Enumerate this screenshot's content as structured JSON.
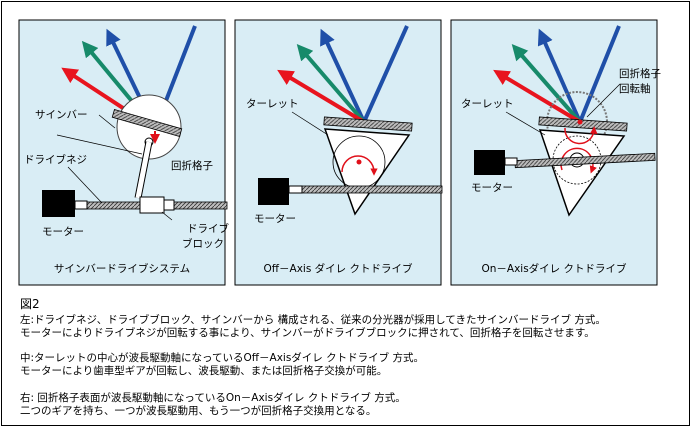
{
  "colors": {
    "panel_bg": "#d9edf5",
    "beam_red": "#e8141e",
    "beam_green": "#178a6a",
    "beam_blue": "#1f4fa8",
    "beam_black": "#111111",
    "grating_red": "#e0101a"
  },
  "panels": [
    {
      "labels": {
        "sine_bar": "サインバー",
        "drive_screw": "ドライブネジ",
        "grating": "回折格子",
        "motor": "モーター",
        "drive_block_1": "ドライブ",
        "drive_block_2": "ブロック"
      },
      "caption": "サインバードライブシステム"
    },
    {
      "labels": {
        "turret": "ターレット",
        "motor": "モーター"
      },
      "caption": "Off－Axis ダイレ クトドライブ"
    },
    {
      "labels": {
        "turret": "ターレット",
        "grating_axis_1": "回折格子",
        "grating_axis_2": "回転軸",
        "motor": "モーター"
      },
      "caption": "On－Axisダイレ クトドライブ"
    }
  ],
  "figure_label": "図2",
  "text_lines": [
    "左:ドライブネジ、ドライブブロック、サインバーから 構成される、従来の分光器が採用してきたサインバードライブ 方式。",
    "モーターによりドライブネジが回転する事により、サインバーがドライブブロックに押されて、回折格子を回転させます。",
    "中:ターレットの中心が波長駆動軸になっているOff－Axisダイレ クトドライブ 方式。",
    "モーターにより歯車型ギアが回転し、波長駆動、または回折格子交換が可能。",
    "右: 回折格子表面が波長駆動軸になっているOn－Axisダイレ クトドライブ 方式。",
    "二つのギアを持ち、一つが波長駆動用、もう一つが回折格子交換用となる。"
  ]
}
